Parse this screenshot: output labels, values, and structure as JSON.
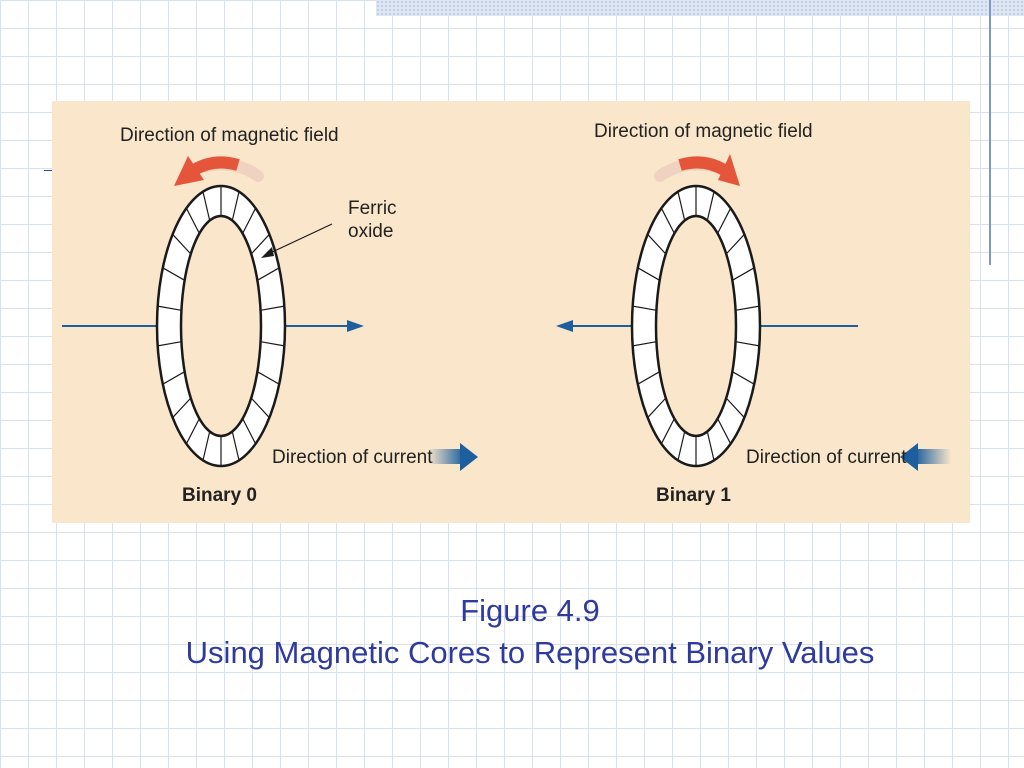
{
  "figure": {
    "left": {
      "field_label": "Direction of magnetic field",
      "material_label_line1": "Ferric",
      "material_label_line2": "oxide",
      "current_label": "Direction of current",
      "caption": "Binary 0"
    },
    "right": {
      "field_label": "Direction of magnetic field",
      "current_label": "Direction of current",
      "caption": "Binary 1"
    },
    "colors": {
      "panel": "#f9e6cb",
      "field_arrow": "#e5553a",
      "current_arrow": "#1d5f9e",
      "core_outline": "#1a1a1a"
    }
  },
  "caption": {
    "line1": "Figure 4.9",
    "line2": "Using Magnetic Cores to Represent Binary Values"
  }
}
